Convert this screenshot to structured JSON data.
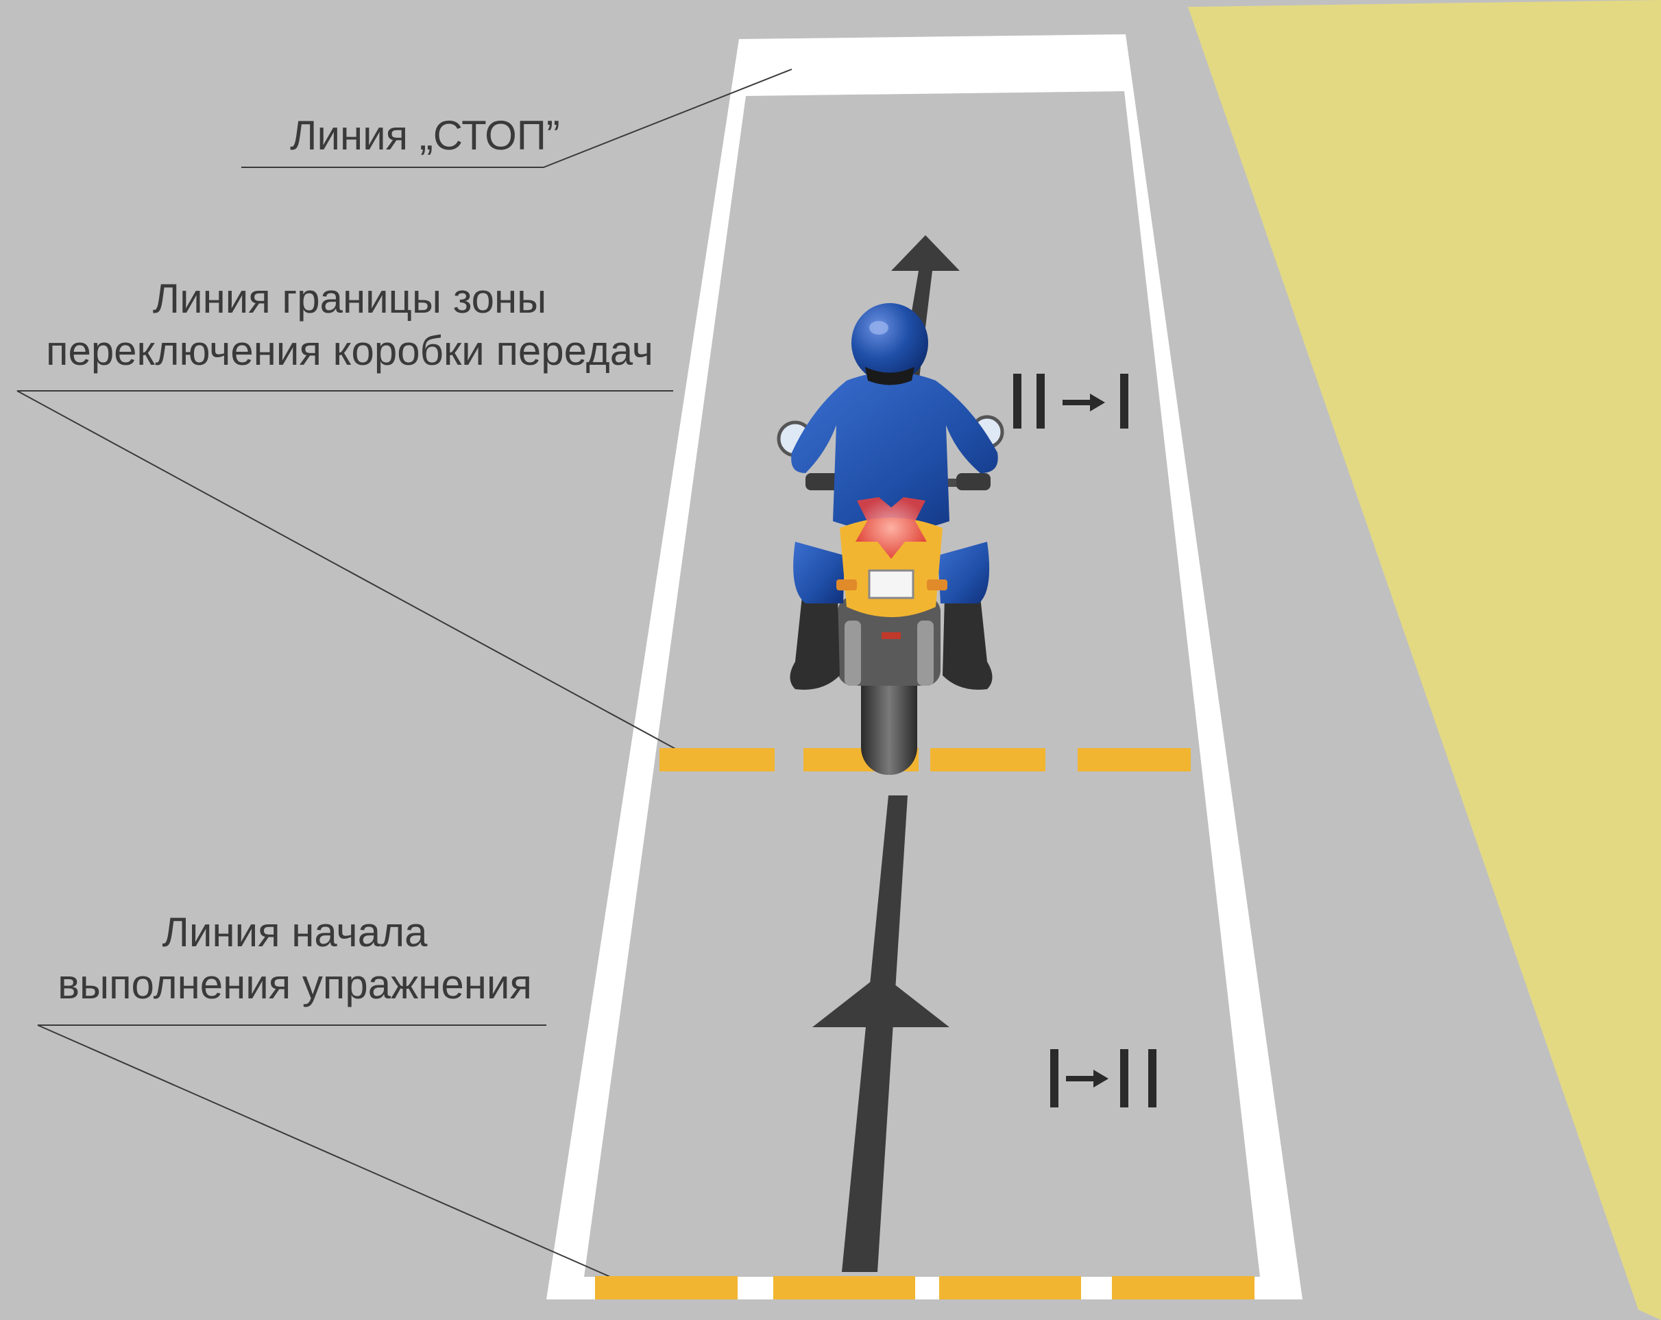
{
  "labels": {
    "stop_line": "Линия „СТОП”",
    "gear_zone_line_1": "Линия границы зоны",
    "gear_zone_line_2": "переключения коробки передач",
    "start_line_1": "Линия начала",
    "start_line_2": "выполнения упражнения"
  },
  "gear_signs": {
    "upper_from": "II",
    "upper_to": "I",
    "lower_from": "I",
    "lower_to": "II"
  },
  "colors": {
    "asphalt": "#c0c0c0",
    "shoulder": "#e3d983",
    "lane_border": "#ffffff",
    "dashed_line": "#f2b531",
    "arrow": "#3c3c3c",
    "rider_suit": "#1f4fa8",
    "marker": "#e04040"
  }
}
